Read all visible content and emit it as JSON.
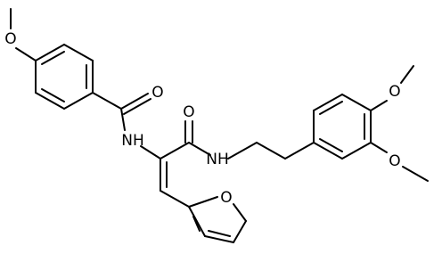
{
  "diagram": {
    "type": "chemical-structure",
    "atom_labels": {
      "methoxy_o_left": "O",
      "carbonyl_o_left": "O",
      "amide_nh_left": "NH",
      "carbonyl_o_right": "O",
      "amide_nh_right": "NH",
      "furan_o": "O",
      "methoxy_o_top_right": "O",
      "methoxy_o_right": "O"
    }
  }
}
